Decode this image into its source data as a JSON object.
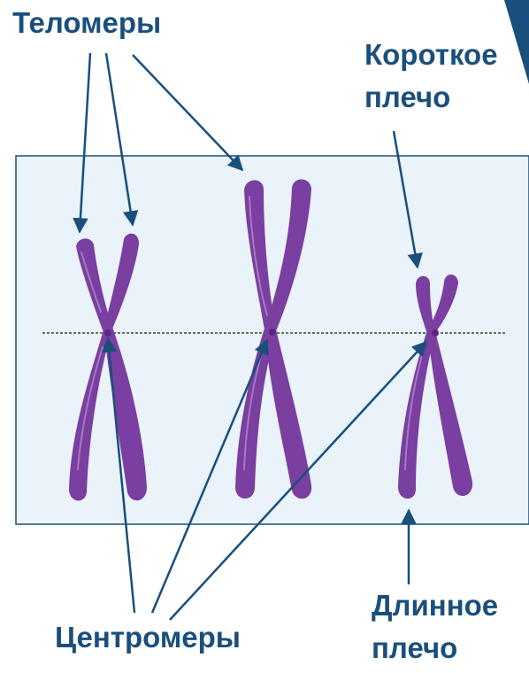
{
  "labels": {
    "telomeres": "Теломеры",
    "short_arm_line1": "Короткое",
    "short_arm_line2": "плечо",
    "long_arm_line1": "Длинное",
    "long_arm_line2": "плечо",
    "centromeres": "Центромеры"
  },
  "colors": {
    "panel": "#e9f3f9",
    "panel_border": "#1a4f7c",
    "chromosome": "#7a3fa0",
    "chromosome_highlight": "#a877c4",
    "arrow": "#1a4f7c",
    "label": "#1a4f7c",
    "centerline": "#6b6b6b"
  },
  "chromosomes": [
    {
      "id": "left",
      "name": "chromosome-left"
    },
    {
      "id": "middle",
      "name": "chromosome-middle"
    },
    {
      "id": "right",
      "name": "chromosome-right"
    }
  ]
}
